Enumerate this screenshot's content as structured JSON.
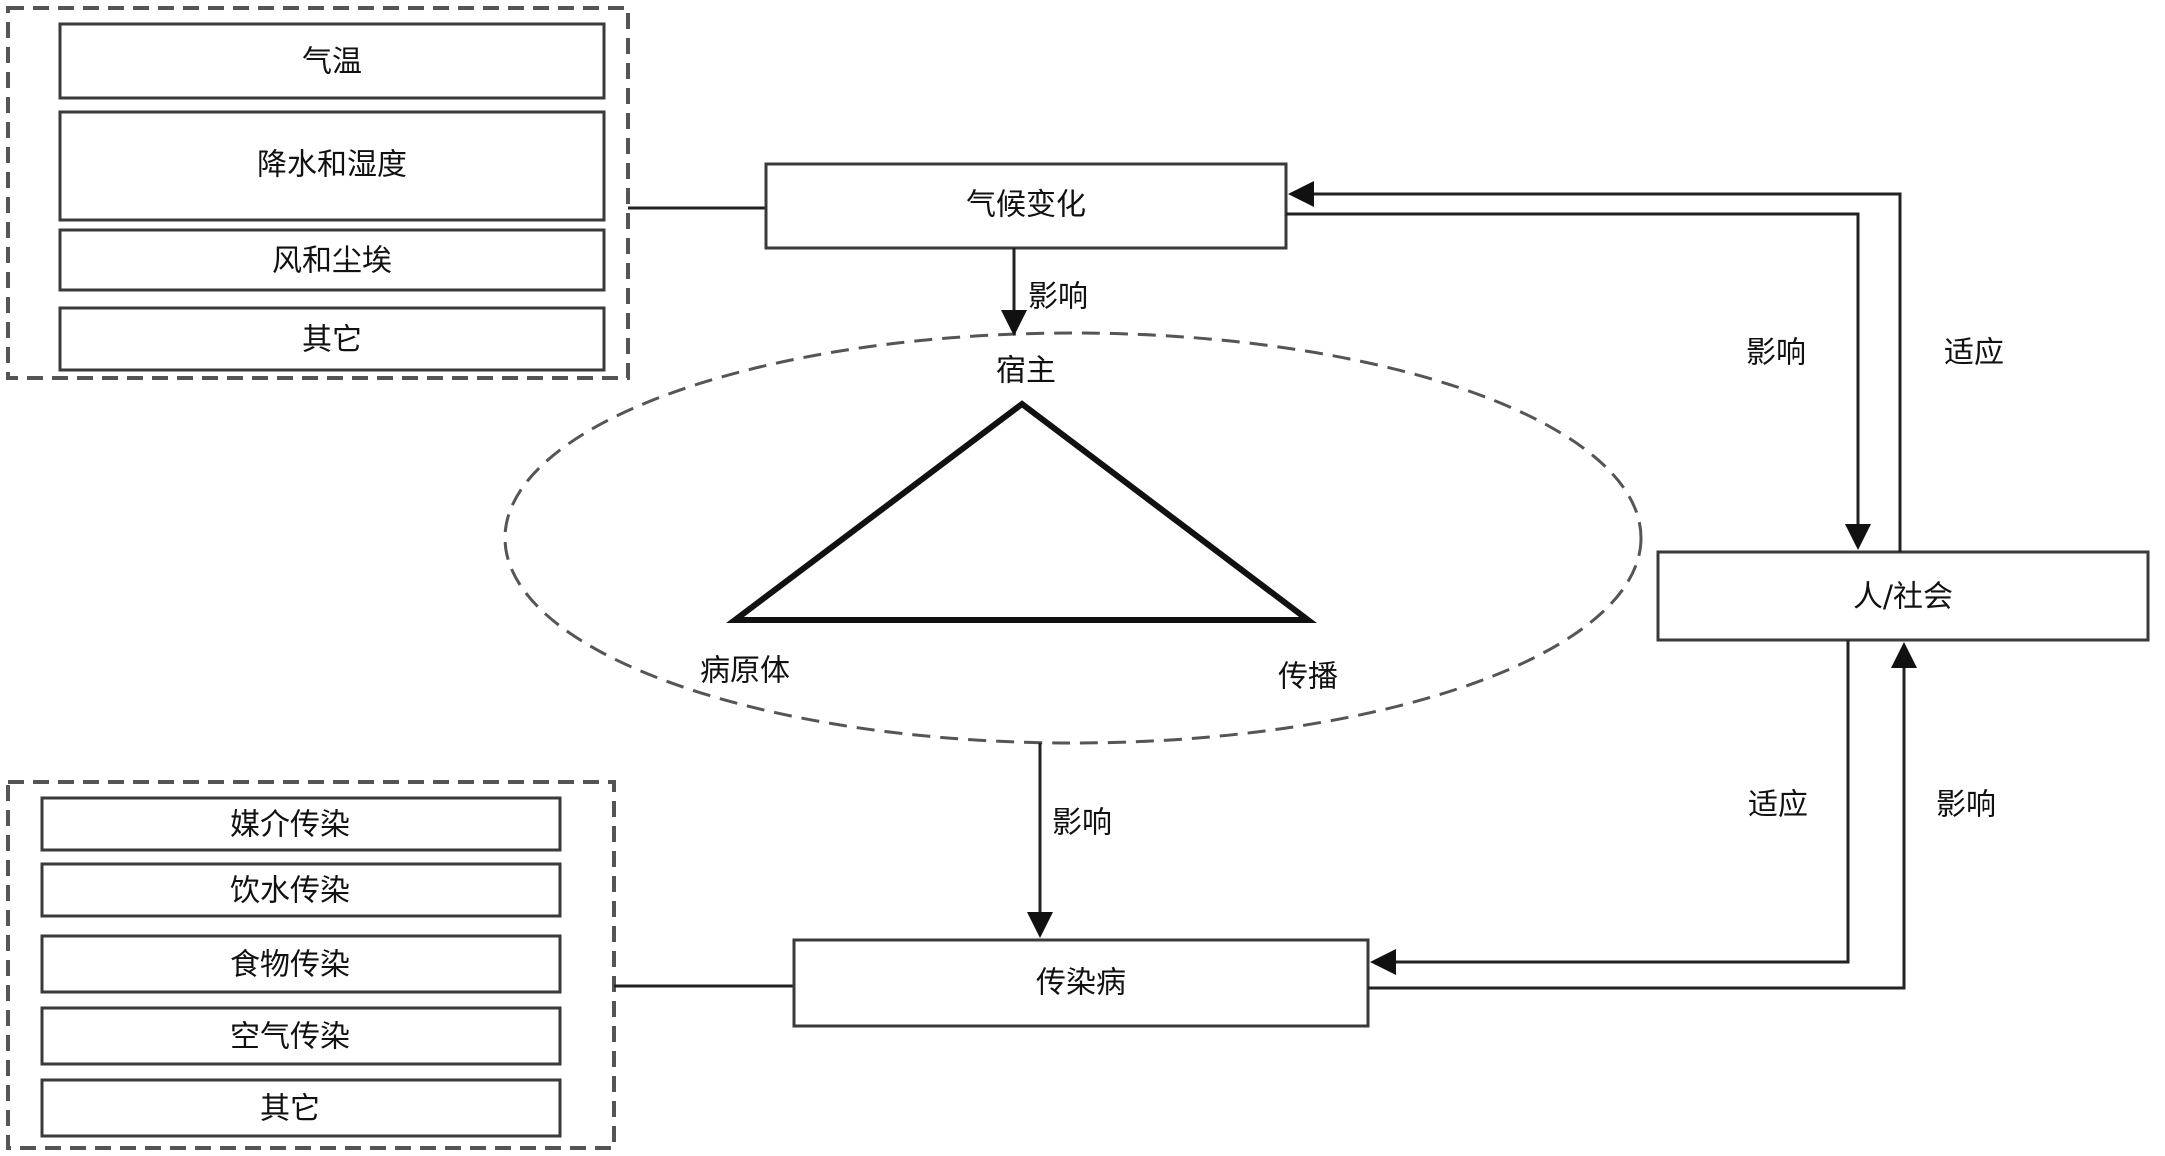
{
  "climate_factors": [
    "气温",
    "降水和湿度",
    "风和尘埃",
    "其它"
  ],
  "transmission_types": [
    "媒介传染",
    "饮水传染",
    "食物传染",
    "空气传染",
    "其它"
  ],
  "nodes": {
    "climate_change": "气候变化",
    "infectious_disease": "传染病",
    "human_society": "人/社会"
  },
  "triangle": {
    "host": "宿主",
    "pathogen": "病原体",
    "transmission": "传播"
  },
  "edge_labels": {
    "climate_to_triangle": "影响",
    "triangle_to_disease": "影响",
    "climate_to_society": "影响",
    "society_to_climate": "适应",
    "society_to_disease": "适应",
    "disease_to_society": "影响"
  }
}
